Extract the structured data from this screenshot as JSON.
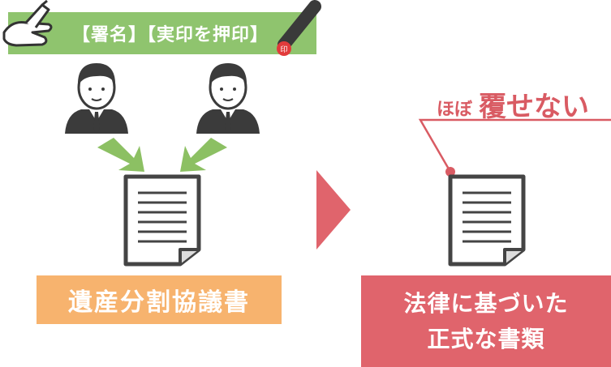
{
  "signing": {
    "label": "【署名】【実印を押印】"
  },
  "left_box": {
    "label": "遺産分割協議書"
  },
  "right_box": {
    "line1": "法律に基づいた",
    "line2": "正式な書類"
  },
  "callout": {
    "small": "ほぼ",
    "large": "覆せない"
  },
  "colors": {
    "banner_green": "#8fc46e",
    "arrow_green": "#8cc063",
    "orange": "#f7b36e",
    "red": "#e0646c",
    "callout_red": "#d95b63",
    "dark": "#444444"
  },
  "icons": [
    "writing-hand-icon",
    "seal-stamp-icon",
    "person-icon",
    "person-icon",
    "document-icon",
    "document-icon",
    "triangle-arrow-icon",
    "down-arrow-icon",
    "down-arrow-icon"
  ]
}
